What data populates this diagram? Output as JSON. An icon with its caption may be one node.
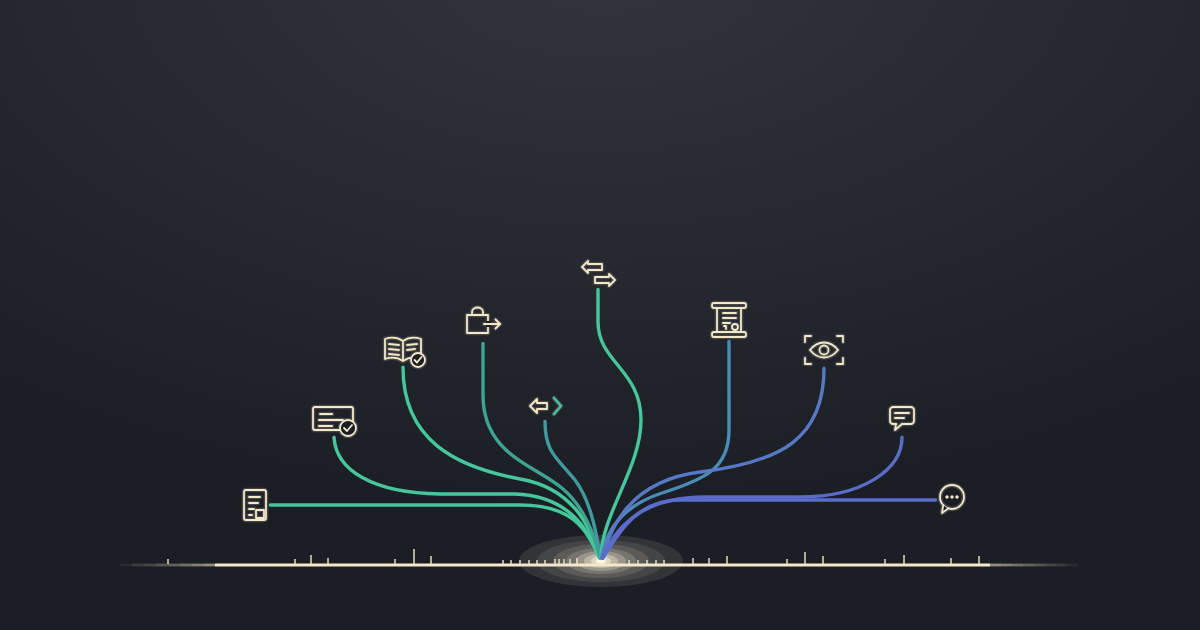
{
  "diagram": {
    "nodes": [
      {
        "text": [],
        "shape": "picture"
      },
      {
        "text": [],
        "shape": "picture"
      },
      {
        "text": [],
        "shape": "picture"
      },
      {
        "text": [],
        "shape": "picture"
      },
      {
        "text": [],
        "shape": "picture"
      },
      {
        "text": [],
        "shape": "picture"
      },
      {
        "text": [],
        "shape": "picture"
      },
      {
        "text": [],
        "shape": "picture"
      },
      {
        "text": [],
        "shape": "picture"
      },
      {
        "text": [],
        "shape": "picture"
      },
      {
        "text": [],
        "shape": "circle"
      }
    ],
    "edges": [
      {
        "from": 10,
        "to": 0,
        "arrow": "none"
      },
      {
        "from": 10,
        "to": 1,
        "arrow": "none"
      },
      {
        "from": 10,
        "to": 2,
        "arrow": "none"
      },
      {
        "from": 10,
        "to": 3,
        "arrow": "none",
        "color": "#3ea491"
      },
      {
        "from": 10,
        "to": 4,
        "arrow": "none",
        "color": "#3f9aa0"
      },
      {
        "from": 10,
        "to": 5,
        "arrow": "none"
      },
      {
        "from": 10,
        "to": 6,
        "arrow": "none",
        "color": "#4a8cb6"
      },
      {
        "from": 10,
        "to": 7,
        "arrow": "none",
        "color": "#5878c6"
      },
      {
        "from": 10,
        "to": 8,
        "arrow": "none",
        "color": "#5b6bc8"
      },
      {
        "from": 10,
        "to": 9,
        "arrow": "none",
        "color": "#5a6dcc"
      }
    ]
  }
}
